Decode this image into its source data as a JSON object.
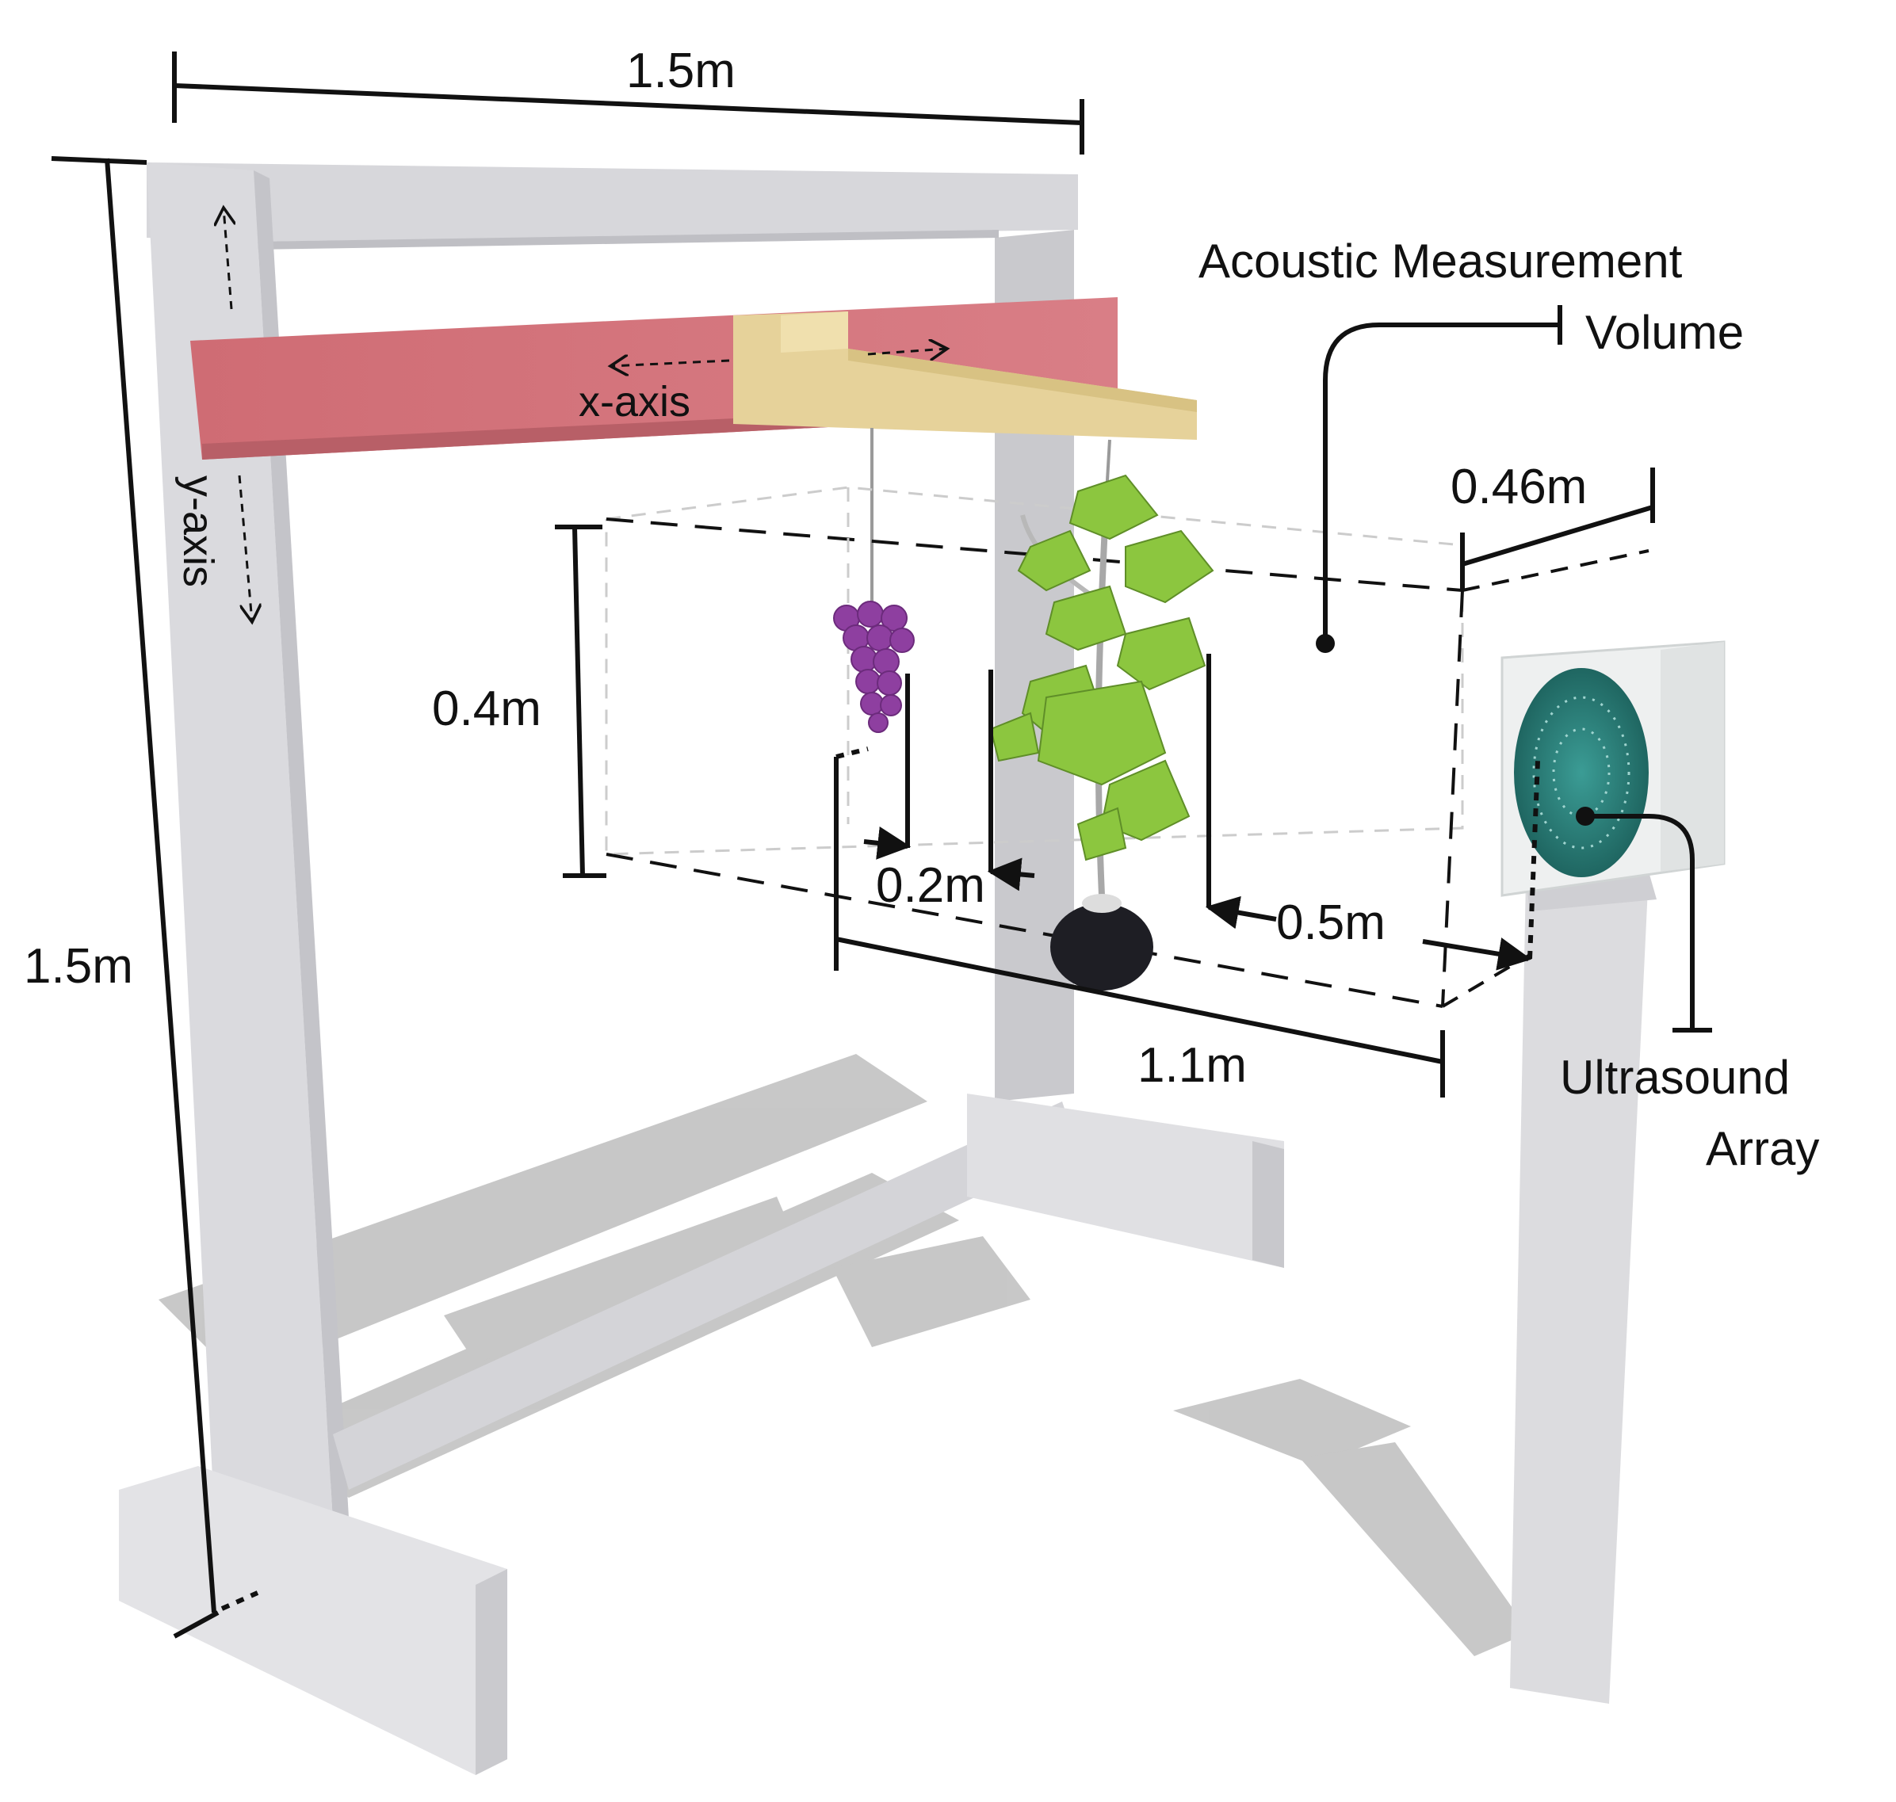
{
  "dimensions": {
    "frame_width": "1.5m",
    "frame_height": "1.5m",
    "volume_height": "0.4m",
    "volume_depth": "0.46m",
    "volume_length": "1.1m",
    "grape_offset": "0.2m",
    "plant_offset": "0.5m"
  },
  "axes": {
    "x": "x-axis",
    "y": "y-axis"
  },
  "labels": {
    "volume_line1": "Acoustic Measurement",
    "volume_line2": "Volume",
    "array_line1": "Ultrasound",
    "array_line2": "Array"
  },
  "colors": {
    "frame": "#d9d9dc",
    "frame_shadow": "#bdbdc2",
    "x_rail": "#d4707a",
    "carriage": "#e6d29a",
    "leaf": "#8cc63f",
    "grape": "#8e3fa0",
    "ultrasound_face": "#2a7f7a",
    "annotation": "#111111"
  }
}
